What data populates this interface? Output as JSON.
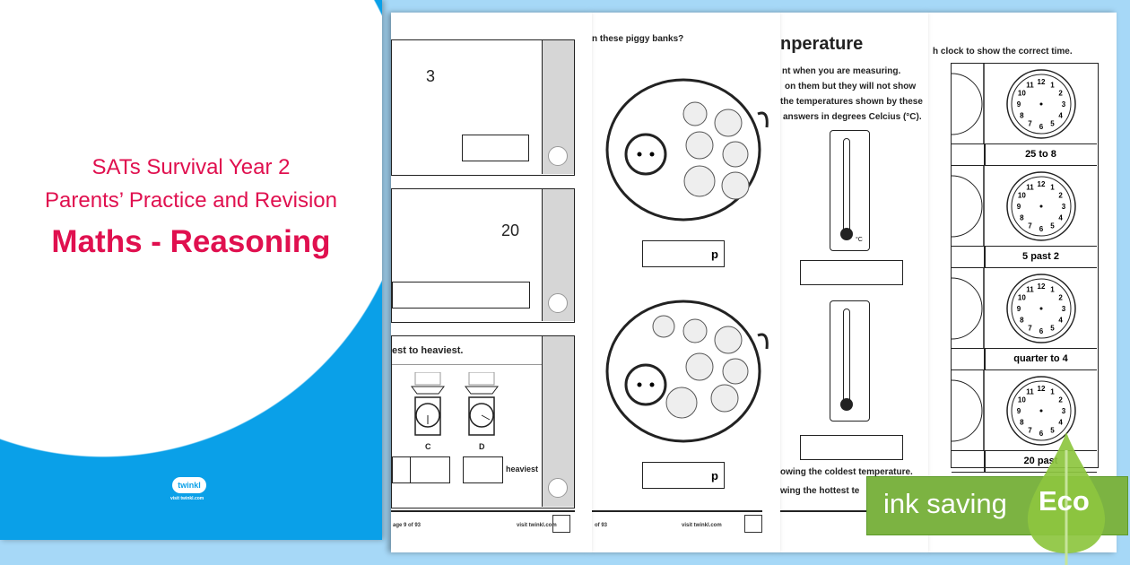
{
  "cover": {
    "line1": "SATs Survival Year 2",
    "line2": "Parents’ Practice and Revision",
    "line3": "Maths - Reasoning",
    "logo": "twinkl",
    "site": "visit twinkl.com"
  },
  "page2": {
    "value1": "3",
    "value2": "20",
    "instruction": "est to heaviest.",
    "labels": [
      "C",
      "D"
    ],
    "heaviest": "heaviest",
    "page_no": "age 9 of 93",
    "site": "visit twinkl.com"
  },
  "page3": {
    "question": "n these piggy banks?",
    "unit": "p",
    "page_no": "of 93",
    "site": "visit twinkl.com"
  },
  "page4": {
    "title": "nperature",
    "lines": [
      "nt when you are measuring.",
      "on them but they will not show",
      "the temperatures shown by these",
      "answers in degrees Celcius (°C)."
    ],
    "q1": "owing the coldest temperature.",
    "q2": "wing the hottest te",
    "unit": "°C"
  },
  "page5": {
    "instruction": "h clock to show the correct time.",
    "times": [
      "25 to 8",
      "5 past 2",
      "quarter to 4",
      "20 past"
    ],
    "clock_numbers": [
      "12",
      "1",
      "2",
      "3",
      "4",
      "5",
      "6",
      "7",
      "8",
      "9",
      "10",
      "11"
    ]
  },
  "badge": {
    "text": "ink saving",
    "eco": "Eco",
    "color": "#7cb342"
  }
}
